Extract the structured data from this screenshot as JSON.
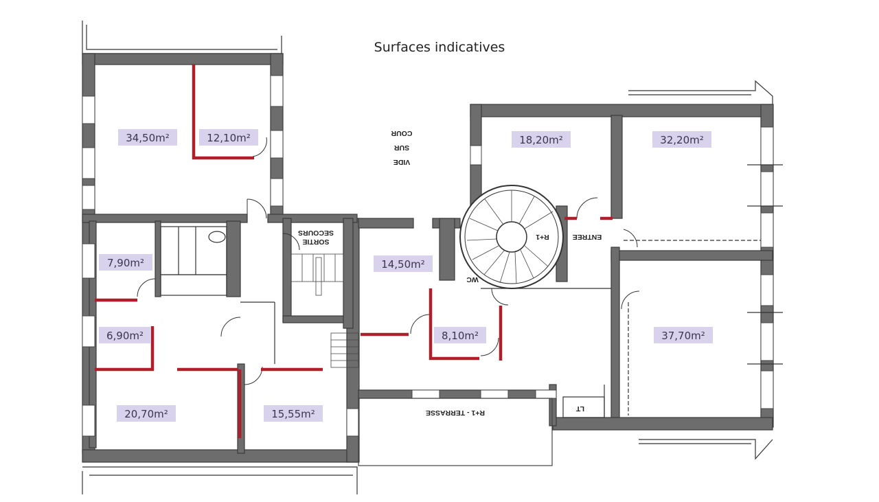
{
  "title": "Surfaces indicatives",
  "rooms": [
    {
      "id": "r1",
      "area": "34,50m²"
    },
    {
      "id": "r2",
      "area": "12,10m²"
    },
    {
      "id": "r3",
      "area": "18,20m²"
    },
    {
      "id": "r4",
      "area": "32,20m²"
    },
    {
      "id": "r5",
      "area": "7,90m²"
    },
    {
      "id": "r6",
      "area": "14,50m²"
    },
    {
      "id": "r7",
      "area": "6,90m²"
    },
    {
      "id": "r8",
      "area": "8,10m²"
    },
    {
      "id": "r9",
      "area": "37,70m²"
    },
    {
      "id": "r10",
      "area": "20,70m²"
    },
    {
      "id": "r11",
      "area": "15,55m²"
    }
  ],
  "labels": {
    "vide": "VIDE",
    "sur": "SUR",
    "cour": "COUR",
    "sortie": "SORTIE",
    "secours": "SECOURS",
    "entree": "ENTREE",
    "terrasse": "R+1 - TERRASSE",
    "lt": "LT",
    "r1": "R+1",
    "wc": "WC"
  }
}
